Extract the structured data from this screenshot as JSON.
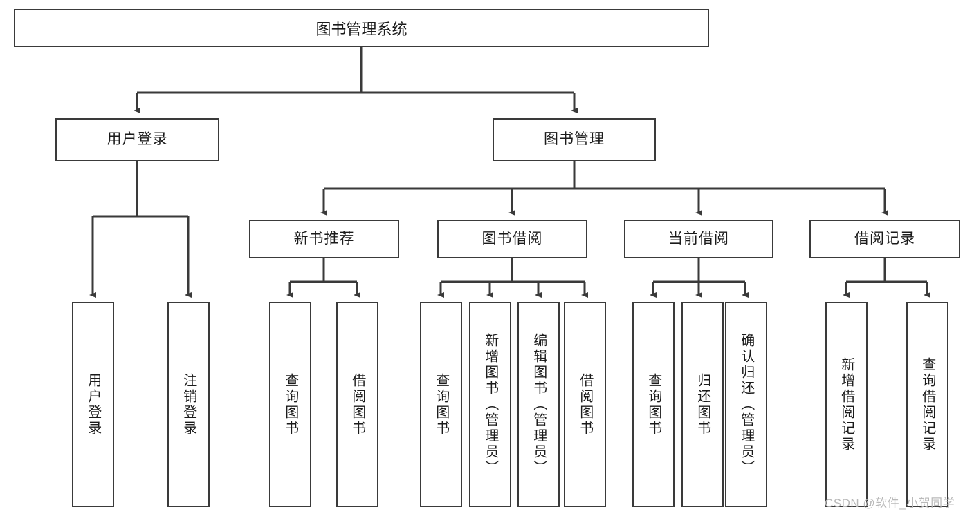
{
  "diagram": {
    "title": "图书管理系统",
    "type": "tree-hierarchy-diagram",
    "colors": {
      "box_border": "#3a3a3a",
      "box_fill": "#ffffff",
      "edge": "#3a3a3a",
      "text": "#1b1b1b",
      "watermark": "#b9b9b9"
    },
    "root": {
      "label": "图书管理系统"
    },
    "level2": [
      {
        "label": "用户登录"
      },
      {
        "label": "图书管理"
      }
    ],
    "level3": [
      {
        "label": "新书推荐"
      },
      {
        "label": "图书借阅"
      },
      {
        "label": "当前借阅"
      },
      {
        "label": "借阅记录"
      }
    ],
    "leaves": [
      {
        "label": "用户登录"
      },
      {
        "label": "注销登录"
      },
      {
        "label": "查询图书"
      },
      {
        "label": "借阅图书"
      },
      {
        "label": "查询图书"
      },
      {
        "label": "新增图书（管理员）"
      },
      {
        "label": "编辑图书（管理员）"
      },
      {
        "label": "借阅图书"
      },
      {
        "label": "查询图书"
      },
      {
        "label": "归还图书"
      },
      {
        "label": "确认归还（管理员）"
      },
      {
        "label": "新增借阅记录"
      },
      {
        "label": "查询借阅记录"
      }
    ]
  },
  "watermark": {
    "text": "CSDN @软件_小贺同学"
  }
}
